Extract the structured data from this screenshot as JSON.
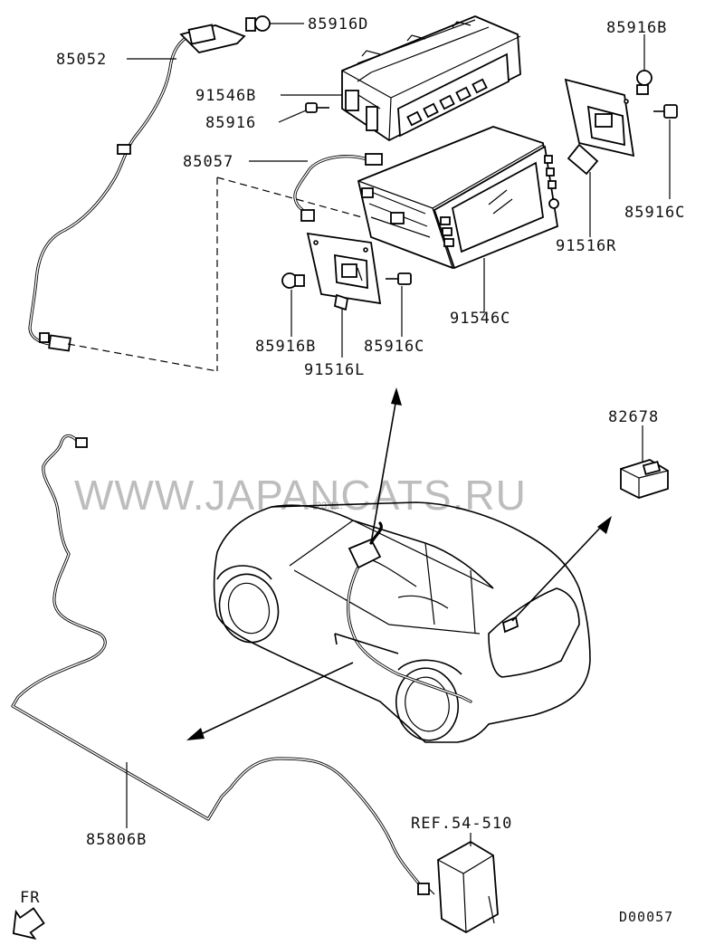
{
  "diagram": {
    "labels": {
      "p85052": "85052",
      "p85916D": "85916D",
      "p91546B": "91546B",
      "p85916": "85916",
      "p85057": "85057",
      "p85916B_top": "85916B",
      "p85916C_right": "85916C",
      "p91516R": "91516R",
      "p91546C": "91546C",
      "p85916B_low": "85916B",
      "p85916C_low": "85916C",
      "p91516L": "91516L",
      "p82678": "82678",
      "p85806B": "85806B",
      "ref": "REF.54-510",
      "fr": "FR",
      "code": "D00057"
    },
    "watermark": "WWW.JAPANCATS.RU",
    "stamp": "23.11."
  }
}
